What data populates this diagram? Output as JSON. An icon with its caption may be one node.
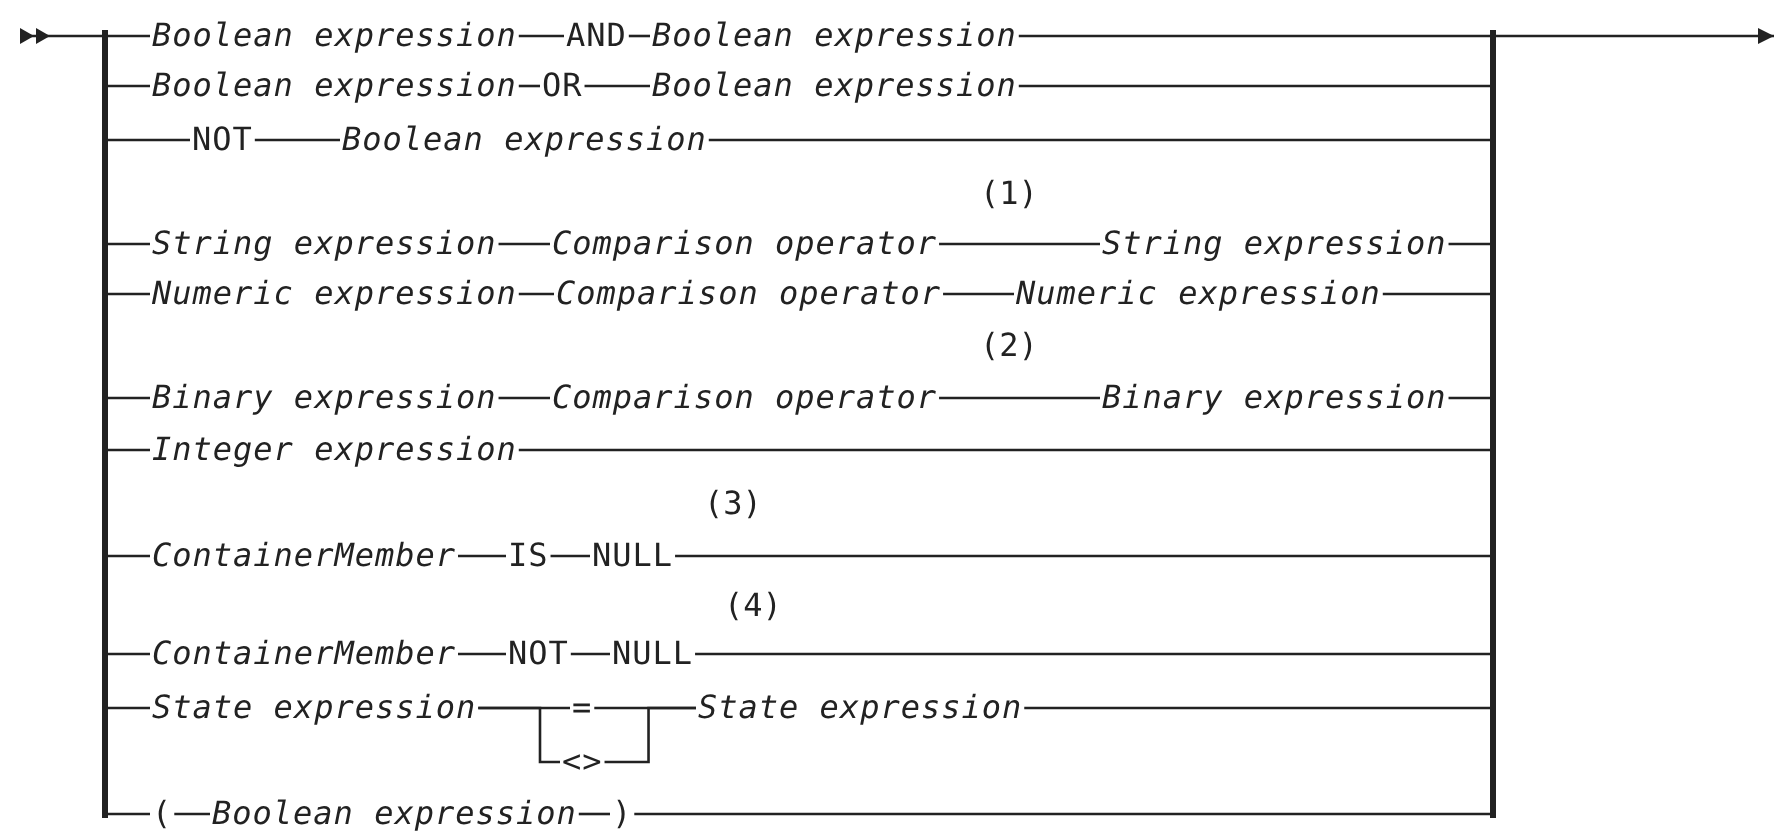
{
  "diagram": {
    "nodes": [
      {
        "text": [],
        "shape": "bar"
      },
      {
        "text": [
          "Boolean expression"
        ]
      },
      {
        "text": [
          "AND"
        ]
      },
      {
        "text": [
          "Boolean expression"
        ]
      },
      {
        "text": [
          "Boolean expression"
        ]
      },
      {
        "text": [
          "OR"
        ]
      },
      {
        "text": [
          "Boolean expression"
        ]
      },
      {
        "text": [
          "NOT"
        ]
      },
      {
        "text": [
          "Boolean expression"
        ]
      },
      {
        "text": [
          "String expression"
        ]
      },
      {
        "text": [
          "Comparison operator"
        ]
      },
      {
        "text": [
          "String expression"
        ]
      },
      {
        "text": [
          "Numeric expression"
        ]
      },
      {
        "text": [
          "Comparison operator"
        ]
      },
      {
        "text": [
          "Numeric expression"
        ]
      },
      {
        "text": [
          "Binary expression"
        ]
      },
      {
        "text": [
          "Comparison operator"
        ]
      },
      {
        "text": [
          "Binary expression"
        ]
      },
      {
        "text": [
          "Integer expression"
        ]
      },
      {
        "text": [
          "ContainerMember"
        ]
      },
      {
        "text": [
          "IS"
        ]
      },
      {
        "text": [
          "NULL"
        ]
      },
      {
        "text": [
          "ContainerMember"
        ]
      },
      {
        "text": [
          "NOT"
        ]
      },
      {
        "text": [
          "NULL"
        ]
      },
      {
        "text": [
          "State expression"
        ]
      },
      {
        "text": [
          "="
        ]
      },
      {
        "text": [
          "<>"
        ]
      },
      {
        "text": [
          "State expression"
        ]
      },
      {
        "text": [
          "("
        ]
      },
      {
        "text": [
          "Boolean expression"
        ]
      },
      {
        "text": [
          ")"
        ]
      },
      {
        "text": [],
        "shape": "bar"
      }
    ],
    "edges": [
      {
        "from": null,
        "to": 0,
        "arrow": "other"
      },
      {
        "from": 0,
        "to": 1,
        "arrow": "none"
      },
      {
        "from": 1,
        "to": 2,
        "arrow": "none"
      },
      {
        "from": 2,
        "to": 3,
        "arrow": "none"
      },
      {
        "from": 3,
        "to": 32,
        "arrow": "none"
      },
      {
        "from": 0,
        "to": 4,
        "arrow": "none"
      },
      {
        "from": 4,
        "to": 5,
        "arrow": "none"
      },
      {
        "from": 5,
        "to": 6,
        "arrow": "none"
      },
      {
        "from": 6,
        "to": 32,
        "arrow": "none"
      },
      {
        "from": 0,
        "to": 7,
        "arrow": "none"
      },
      {
        "from": 7,
        "to": 8,
        "arrow": "none"
      },
      {
        "from": 8,
        "to": 32,
        "arrow": "none"
      },
      {
        "from": 0,
        "to": 9,
        "arrow": "none"
      },
      {
        "from": 9,
        "to": 10,
        "arrow": "none"
      },
      {
        "from": 10,
        "to": 11,
        "arrow": "none"
      },
      {
        "from": 11,
        "to": 32,
        "arrow": "none"
      },
      {
        "from": 0,
        "to": 12,
        "arrow": "none"
      },
      {
        "from": 12,
        "to": 13,
        "arrow": "none"
      },
      {
        "from": 13,
        "to": 14,
        "arrow": "none"
      },
      {
        "from": 14,
        "to": 32,
        "arrow": "none"
      },
      {
        "from": 0,
        "to": 15,
        "arrow": "none"
      },
      {
        "from": 15,
        "to": 16,
        "arrow": "none"
      },
      {
        "from": 16,
        "to": 17,
        "arrow": "none"
      },
      {
        "from": 17,
        "to": 32,
        "arrow": "none"
      },
      {
        "from": 0,
        "to": 18,
        "arrow": "none"
      },
      {
        "from": 18,
        "to": 32,
        "arrow": "none"
      },
      {
        "from": 0,
        "to": 19,
        "arrow": "none"
      },
      {
        "from": 19,
        "to": 20,
        "arrow": "none"
      },
      {
        "from": 20,
        "to": 21,
        "arrow": "none"
      },
      {
        "from": 21,
        "to": 32,
        "arrow": "none"
      },
      {
        "from": 0,
        "to": 22,
        "arrow": "none"
      },
      {
        "from": 22,
        "to": 23,
        "arrow": "none"
      },
      {
        "from": 23,
        "to": 24,
        "arrow": "none"
      },
      {
        "from": 24,
        "to": 32,
        "arrow": "none"
      },
      {
        "from": 0,
        "to": 25,
        "arrow": "none"
      },
      {
        "from": 25,
        "to": 26,
        "arrow": "none"
      },
      {
        "from": 25,
        "to": 27,
        "arrow": "none"
      },
      {
        "from": 26,
        "to": 28,
        "arrow": "none"
      },
      {
        "from": 27,
        "to": 28,
        "arrow": "none"
      },
      {
        "from": 28,
        "to": 32,
        "arrow": "none"
      },
      {
        "from": 0,
        "to": 29,
        "arrow": "none"
      },
      {
        "from": 29,
        "to": 30,
        "arrow": "none"
      },
      {
        "from": 30,
        "to": 31,
        "arrow": "none"
      },
      {
        "from": 31,
        "to": 32,
        "arrow": "none"
      },
      {
        "from": 32,
        "to": null,
        "arrow": "to"
      }
    ],
    "labels": [
      "(1)",
      "(2)",
      "(3)",
      "(4)"
    ]
  }
}
